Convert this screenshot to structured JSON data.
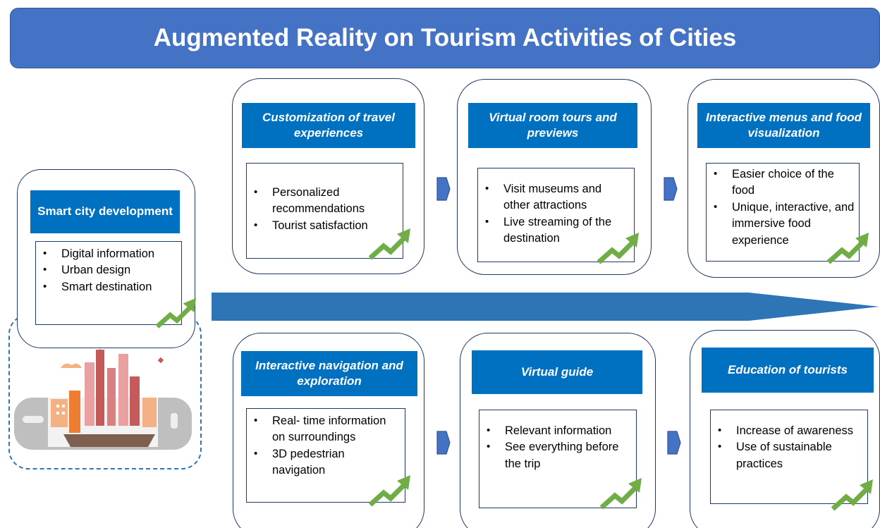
{
  "title": "Augmented Reality on Tourism Activities of Cities",
  "colors": {
    "banner": "#4472c4",
    "header": "#0070c0",
    "card_border": "#1f3864",
    "arrow_band": "#2e75b6",
    "trend_arrow": "#70ad47"
  },
  "smart_city": {
    "title": "Smart city development",
    "items": [
      "Digital information",
      "Urban design",
      "Smart destination"
    ]
  },
  "top_row": [
    {
      "title": "Customization of travel experiences",
      "items": [
        "Personalized recommendations",
        "Tourist satisfaction"
      ]
    },
    {
      "title": "Virtual room tours and previews",
      "items": [
        "Visit museums and other attractions",
        "Live streaming of the destination"
      ]
    },
    {
      "title": "Interactive menus and food visualization",
      "items": [
        "Easier choice of the food",
        "Unique, interactive, and immersive food experience"
      ]
    }
  ],
  "bottom_row": [
    {
      "title": "Interactive navigation and exploration",
      "items": [
        "Real- time information on surroundings",
        "3D pedestrian navigation"
      ]
    },
    {
      "title": "Virtual guide",
      "items": [
        "Relevant information",
        "See everything before the trip"
      ]
    },
    {
      "title": "Education of tourists",
      "items": [
        "Increase of awareness",
        "Use of sustainable practices"
      ]
    }
  ],
  "icons": {
    "trend": "trend-up-arrow-icon",
    "connector": "chevron-right-icon",
    "illustration": "smart-city-phone-illustration"
  }
}
